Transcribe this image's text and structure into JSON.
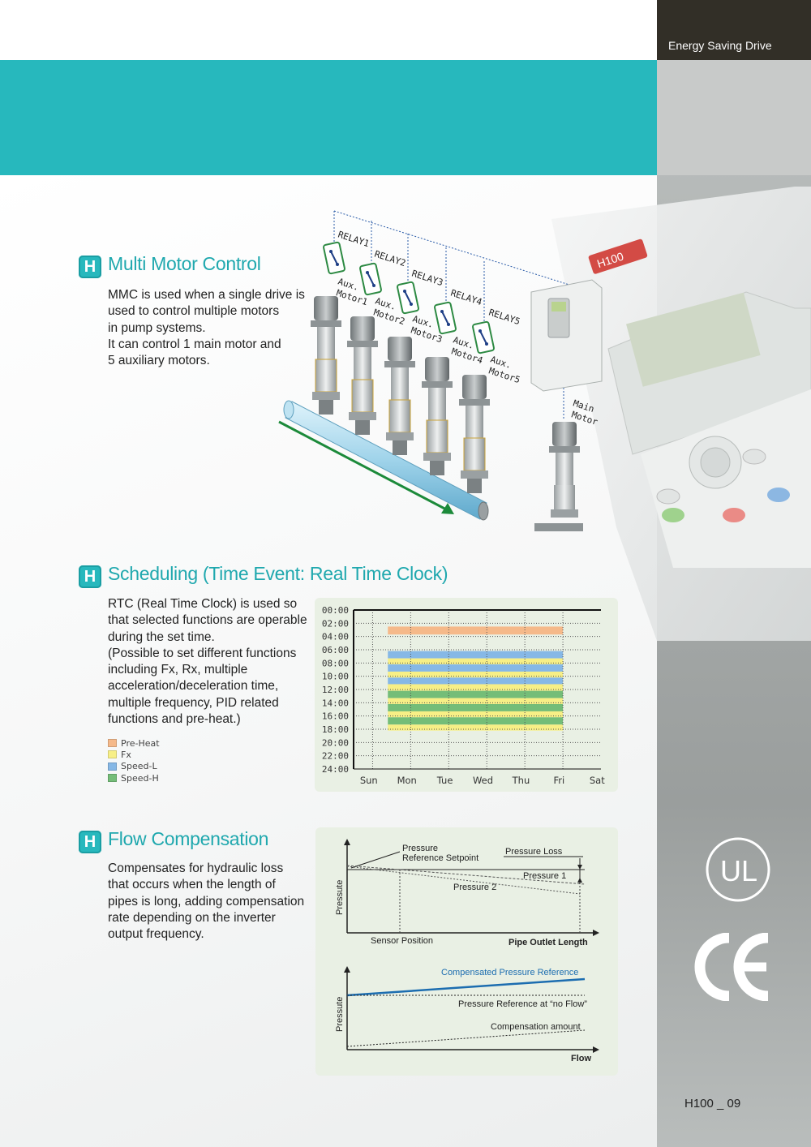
{
  "header": {
    "series_label": "Energy Saving Drive"
  },
  "sections": {
    "mmc": {
      "title": "Multi Motor Control",
      "lines": [
        "MMC is used when a single drive is",
        "used to control multiple motors",
        "in pump systems.",
        "It can control 1 main motor and",
        "5 auxiliary motors."
      ],
      "relays": [
        "RELAY1",
        "RELAY2",
        "RELAY3",
        "RELAY4",
        "RELAY5"
      ],
      "aux_motors": [
        [
          "Aux.",
          "Motor1"
        ],
        [
          "Aux.",
          "Motor2"
        ],
        [
          "Aux.",
          "Motor3"
        ],
        [
          "Aux.",
          "Motor4"
        ],
        [
          "Aux.",
          "Motor5"
        ]
      ],
      "main_motor": [
        "Main",
        "Motor"
      ]
    },
    "scheduling": {
      "title": "Scheduling (Time Event: Real Time Clock)",
      "lines": [
        "RTC (Real Time Clock) is used so",
        "that selected functions are operable",
        "during the set time.",
        "(Possible to set different functions",
        "including Fx, Rx, multiple",
        "acceleration/deceleration time,",
        "multiple frequency, PID related",
        "functions and pre-heat.)"
      ],
      "legend": [
        {
          "label": "Pre-Heat",
          "color": "#f5b98a"
        },
        {
          "label": "Fx",
          "color": "#f7ef86"
        },
        {
          "label": "Speed-L",
          "color": "#86b8e6"
        },
        {
          "label": "Speed-H",
          "color": "#74bd78"
        }
      ]
    },
    "flow": {
      "title": "Flow Compensation",
      "lines": [
        "Compensates for hydraulic loss",
        "that occurs when the length of",
        "pipes is long, adding compensation",
        "rate depending on the inverter",
        "output frequency."
      ]
    }
  },
  "chart_data": [
    {
      "type": "schedule",
      "categories": [
        "Sun",
        "Mon",
        "Tue",
        "Wed",
        "Thu",
        "Fri",
        "Sat"
      ],
      "y_ticks": [
        "00:00",
        "02:00",
        "04:00",
        "06:00",
        "08:00",
        "10:00",
        "12:00",
        "14:00",
        "16:00",
        "18:00",
        "20:00",
        "22:00",
        "24:00"
      ],
      "y_range_hours": [
        0,
        24
      ],
      "x_span": [
        "Mon",
        "Fri"
      ],
      "bands": [
        {
          "series": "Pre-Heat",
          "start": 2.5,
          "end": 3.7
        },
        {
          "series": "Speed-L",
          "start": 6.2,
          "end": 7.3
        },
        {
          "series": "Fx",
          "start": 7.3,
          "end": 8.2
        },
        {
          "series": "Speed-L",
          "start": 8.2,
          "end": 9.3
        },
        {
          "series": "Fx",
          "start": 9.3,
          "end": 10.2
        },
        {
          "series": "Speed-L",
          "start": 10.2,
          "end": 11.2
        },
        {
          "series": "Fx",
          "start": 11.2,
          "end": 12.2
        },
        {
          "series": "Speed-H",
          "start": 12.2,
          "end": 13.3
        },
        {
          "series": "Fx",
          "start": 13.3,
          "end": 14.2
        },
        {
          "series": "Speed-H",
          "start": 14.2,
          "end": 15.3
        },
        {
          "series": "Fx",
          "start": 15.3,
          "end": 16.2
        },
        {
          "series": "Speed-H",
          "start": 16.2,
          "end": 17.3
        },
        {
          "series": "Fx",
          "start": 17.3,
          "end": 18.2
        }
      ]
    },
    {
      "type": "line",
      "ylabel": "Pressute",
      "xlabel": "Pipe Outlet Length",
      "annotations": {
        "setpoint": [
          "Pressure",
          "Reference Setpoint"
        ],
        "loss": "Pressure Loss",
        "p1": "Pressure 1",
        "p2": "Pressure 2",
        "sensor": "Sensor Position"
      }
    },
    {
      "type": "line",
      "ylabel": "Pressute",
      "xlabel": "Flow",
      "series": [
        {
          "name": "Compensated Pressure Reference",
          "color": "#1c6db0"
        },
        {
          "name": "Pressure Reference at “no Flow”"
        },
        {
          "name": "Compensation amount"
        }
      ]
    }
  ],
  "logos": {
    "ul": "UL",
    "ce": "CE"
  },
  "footer": {
    "page": "H100 _ 09"
  }
}
